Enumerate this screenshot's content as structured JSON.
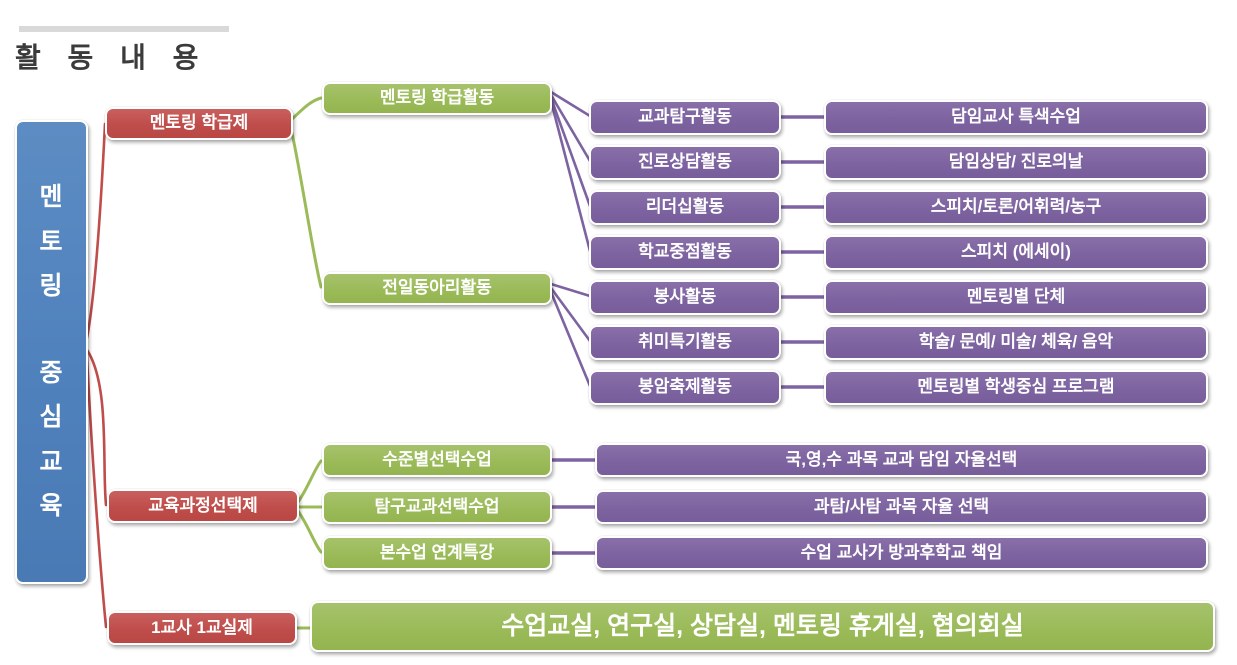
{
  "title": {
    "text": "활 동 내 용"
  },
  "colors": {
    "root_blue": "#4f81bd",
    "level1_red": "#c0504d",
    "level2_green": "#9bbb59",
    "leaf_purple": "#8064a2",
    "title_bar_gray": "#d9d9d9"
  },
  "root": {
    "label": "멘토링 중심교육",
    "lines": [
      "멘\n토\n링",
      "중\n심\n교\n육"
    ]
  },
  "level1": [
    {
      "label": "멘토링 학급제"
    },
    {
      "label": "교육과정선택제"
    },
    {
      "label": "1교사 1교실제"
    }
  ],
  "mentoring_groups": [
    {
      "label": "멘토링 학급활동"
    },
    {
      "label": "전일동아리활동"
    }
  ],
  "activities": [
    {
      "name": "교과탐구활동",
      "detail": "담임교사 특색수업"
    },
    {
      "name": "진로상담활동",
      "detail": "담임상담/ 진로의날"
    },
    {
      "name": "리더십활동",
      "detail": "스피치/토론/어휘력/농구"
    },
    {
      "name": "학교중점활동",
      "detail": "스피치 (에세이)"
    },
    {
      "name": "봉사활동",
      "detail": "멘토링별 단체"
    },
    {
      "name": "취미특기활동",
      "detail": "학술/ 문예/ 미술/ 체육/ 음악"
    },
    {
      "name": "봉암축제활동",
      "detail": "멘토링별 학생중심 프로그램"
    }
  ],
  "curriculum": [
    {
      "name": "수준별선택수업",
      "detail": "국,영,수 과목 교과 담임 자율선택"
    },
    {
      "name": "탐구교과선택수업",
      "detail": "과탐/사탐 과목 자율 선택"
    },
    {
      "name": "본수업 연계특강",
      "detail": "수업 교사가 방과후학교 책임"
    }
  ],
  "classroom": {
    "detail": "수업교실, 연구실, 상담실, 멘토링 휴게실, 협의회실"
  }
}
